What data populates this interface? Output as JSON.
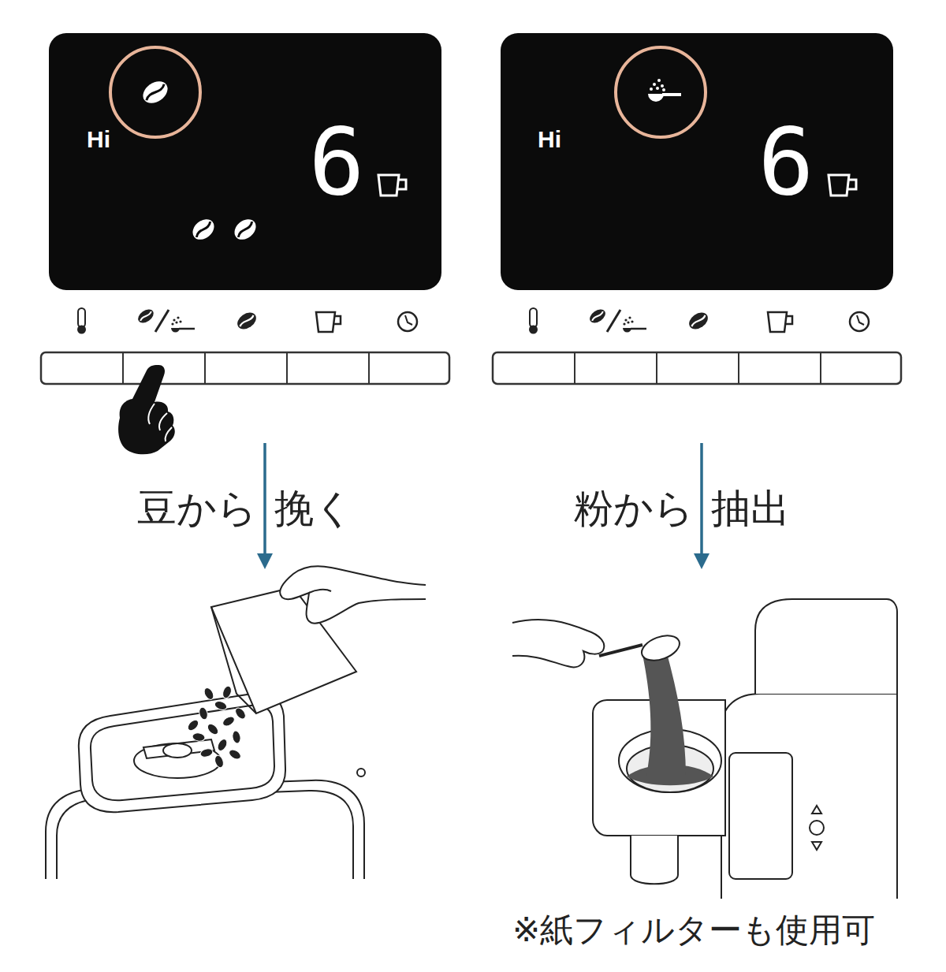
{
  "diagram": {
    "nodes": [
      {
        "text": [
          "Hi",
          "6"
        ]
      },
      {
        "text": [
          "Hi",
          "6"
        ]
      }
    ],
    "labels": [
      "豆から",
      "挽く",
      "粉から",
      "抽出",
      "※紙フィルターも使用可"
    ]
  }
}
